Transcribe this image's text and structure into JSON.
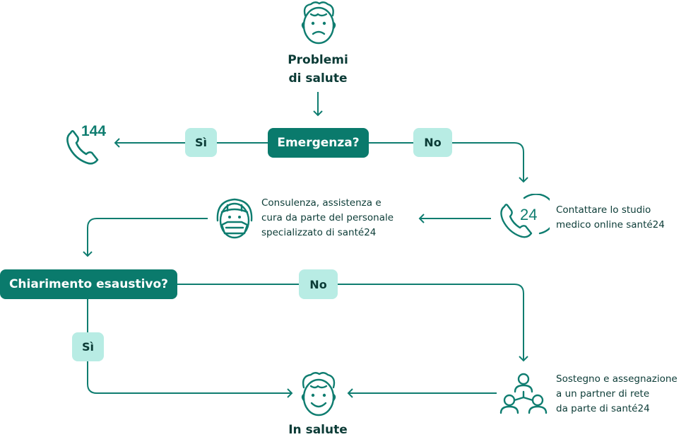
{
  "start": {
    "title_line1": "Problemi",
    "title_line2": "di salute"
  },
  "decision1": {
    "label": "Emergenza?"
  },
  "decision1_yes": {
    "label": "Sì"
  },
  "decision1_no": {
    "label": "No"
  },
  "emergency_number": "144",
  "contact_step": {
    "line1": "Contattare lo studio",
    "line2": "medico online santé24",
    "icon_number": "24"
  },
  "consult_step": {
    "line1": "Consulenza, assistenza e",
    "line2": "cura da parte del personale",
    "line3": "specializzato di santé24"
  },
  "decision2": {
    "label": "Chiarimento esaustivo?"
  },
  "decision2_no": {
    "label": "No"
  },
  "decision2_yes": {
    "label": "Sì"
  },
  "support_step": {
    "line1": "Sostegno e assegnazione",
    "line2": "a un partner di rete",
    "line3": "da parte di santé24"
  },
  "end": {
    "title": "In salute"
  },
  "colors": {
    "primary": "#0a7a6c",
    "light": "#b8ece4",
    "line": "#0f7d70",
    "text": "#0b3b36"
  }
}
